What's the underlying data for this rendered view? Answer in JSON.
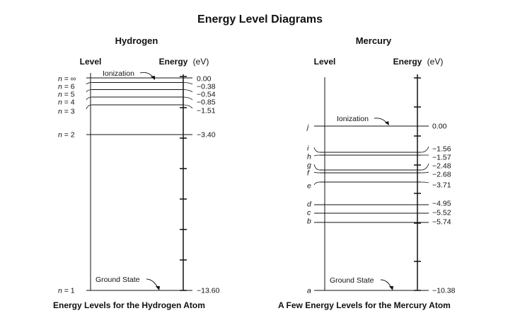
{
  "title": "Energy Level Diagrams",
  "hydrogen": {
    "heading": "Hydrogen",
    "level_header": "Level",
    "energy_header_bold": "Energy",
    "energy_header_unit": "(eV)",
    "ionization_label": "Ionization",
    "ground_label": "Ground State",
    "caption": "Energy Levels for the Hydrogen Atom",
    "levels": [
      {
        "n": "∞",
        "energy": "0.00"
      },
      {
        "n": "6",
        "energy": "−0.38"
      },
      {
        "n": "5",
        "energy": "−0.54"
      },
      {
        "n": "4",
        "energy": "−0.85"
      },
      {
        "n": "3",
        "energy": "−1.51"
      },
      {
        "n": "2",
        "energy": "−3.40"
      },
      {
        "n": "1",
        "energy": "−13.60"
      }
    ]
  },
  "mercury": {
    "heading": "Mercury",
    "level_header": "Level",
    "energy_header_bold": "Energy",
    "energy_header_unit": "(eV)",
    "ionization_label": "Ionization",
    "ground_label": "Ground State",
    "caption": "A Few Energy Levels for the Mercury Atom",
    "levels": [
      {
        "letter": "j",
        "energy": "0.00"
      },
      {
        "letter": "i",
        "energy": "−1.56"
      },
      {
        "letter": "h",
        "energy": "−1.57"
      },
      {
        "letter": "g",
        "energy": "−2.48"
      },
      {
        "letter": "f",
        "energy": "−2.68"
      },
      {
        "letter": "e",
        "energy": "−3.71"
      },
      {
        "letter": "d",
        "energy": "−4.95"
      },
      {
        "letter": "c",
        "energy": "−5.52"
      },
      {
        "letter": "b",
        "energy": "−5.74"
      },
      {
        "letter": "a",
        "energy": "−10.38"
      }
    ]
  }
}
